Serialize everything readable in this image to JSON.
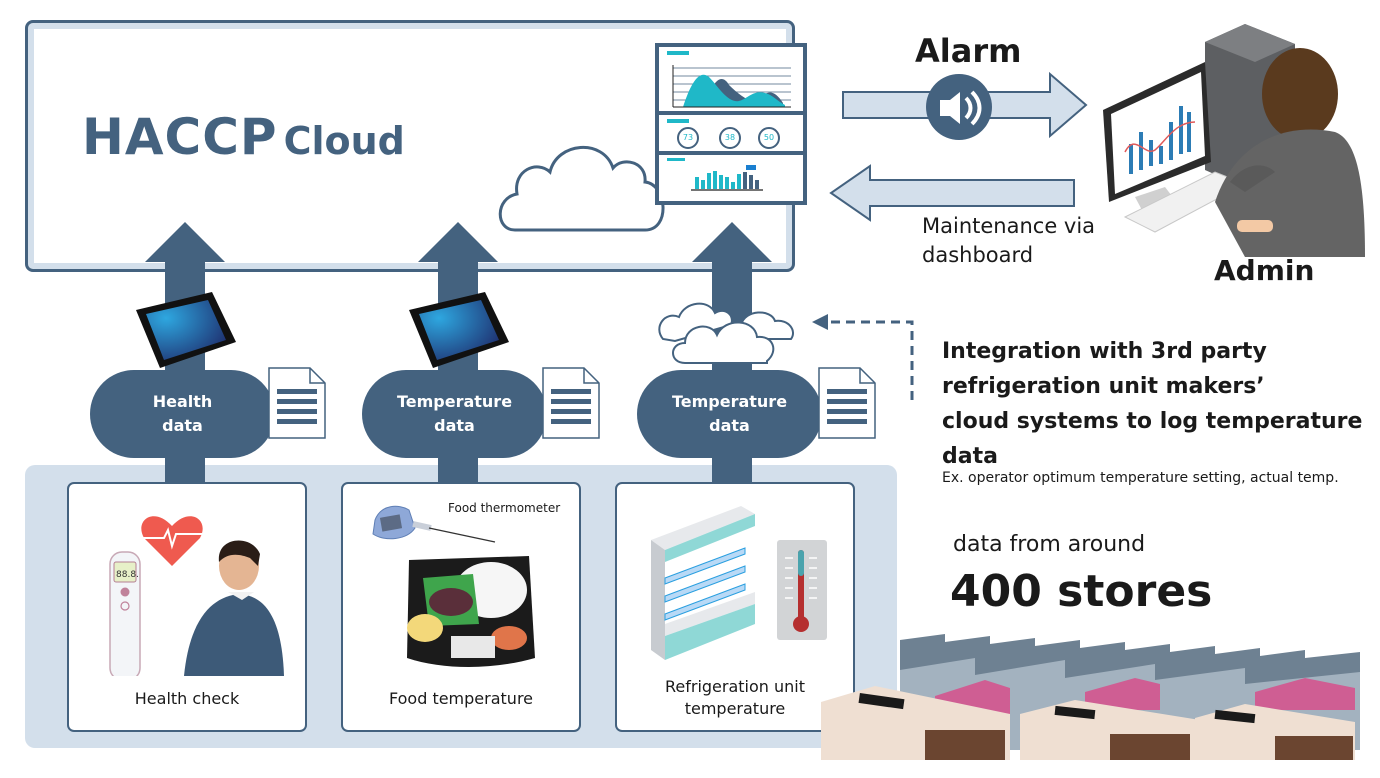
{
  "header": {
    "title_main": "HACCP",
    "title_sub": "Cloud"
  },
  "dashboard": {
    "gauges": [
      "73",
      "38",
      "50"
    ]
  },
  "alarm": {
    "label": "Alarm",
    "icon": "speaker-icon"
  },
  "maintenance": {
    "label_line1": "Maintenance via",
    "label_line2": "dashboard"
  },
  "admin": {
    "label": "Admin"
  },
  "data_channels": [
    {
      "line1": "Health",
      "line2": "data",
      "device": "tablet-icon"
    },
    {
      "line1": "Temperature",
      "line2": "data",
      "device": "tablet-icon"
    },
    {
      "line1": "Temperature",
      "line2": "data",
      "device": "cloud-icon"
    }
  ],
  "integration": {
    "line1": "Integration with 3rd party",
    "line2": "refrigeration unit makers’",
    "line3": "cloud systems to log temperature",
    "line4": "data",
    "example": "Ex. operator optimum temperature setting, actual temp."
  },
  "sources": [
    {
      "label": "Health check",
      "thermometer_display": "88.8."
    },
    {
      "label": "Food temperature",
      "callout": "Food thermometer"
    },
    {
      "label_line1": "Refrigeration unit",
      "label_line2": "temperature"
    }
  ],
  "stores": {
    "prefix": "data from around",
    "count": "400 stores"
  },
  "colors": {
    "primary": "#44627f",
    "light": "#d3dfeb",
    "teal": "#1fb8c8",
    "heart": "#ef5a4f",
    "store_roof": "#cf5e93"
  }
}
